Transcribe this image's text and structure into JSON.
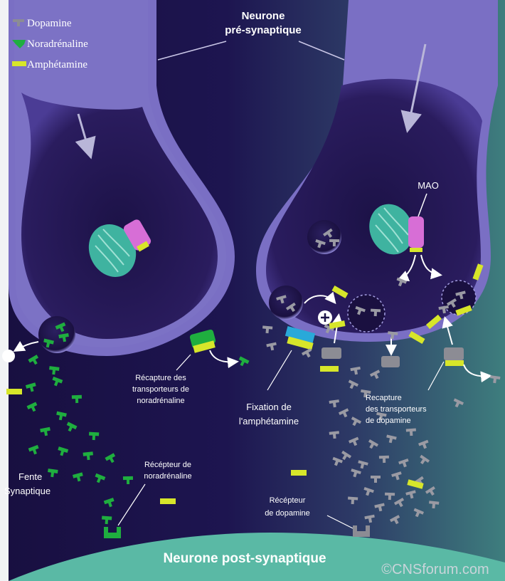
{
  "legend": {
    "dopamine": "Dopamine",
    "noradrenaline": "Noradrénaline",
    "amphetamine": "Amphétamine"
  },
  "labels": {
    "pre_neuron_line1": "Neurone",
    "pre_neuron_line2": "pré-synaptique",
    "mao": "MAO",
    "reuptake_nor_1": "Récapture des",
    "reuptake_nor_2": "transporteurs de",
    "reuptake_nor_3": "noradrénaline",
    "amph_binding_1": "Fixation de",
    "amph_binding_2": "l'amphétamine",
    "reuptake_dop_1": "Recapture",
    "reuptake_dop_2": "des transporteurs",
    "reuptake_dop_3": "de dopamine",
    "cleft_1": "Fente",
    "cleft_2": "Synaptique",
    "receptor_nor_1": "Récépteur de",
    "receptor_nor_2": "noradrénaline",
    "receptor_dop_1": "Récépteur",
    "receptor_dop_2": "de dopamine",
    "post_neuron": "Neurone post-synaptique",
    "copyright": "©CNSforum.com"
  },
  "colors": {
    "background_left": "#1b1247",
    "background_right": "#3f7f80",
    "neuron_fill": "#7a6fc4",
    "terminal_fill": "#241752",
    "noradrenaline": "#1fae3f",
    "dopamine": "#8c8c94",
    "amphetamine": "#d7e62a",
    "mao": "#d76ed6",
    "mitochondria": "#3fb3a0",
    "post_neuron": "#5ab9a5"
  }
}
